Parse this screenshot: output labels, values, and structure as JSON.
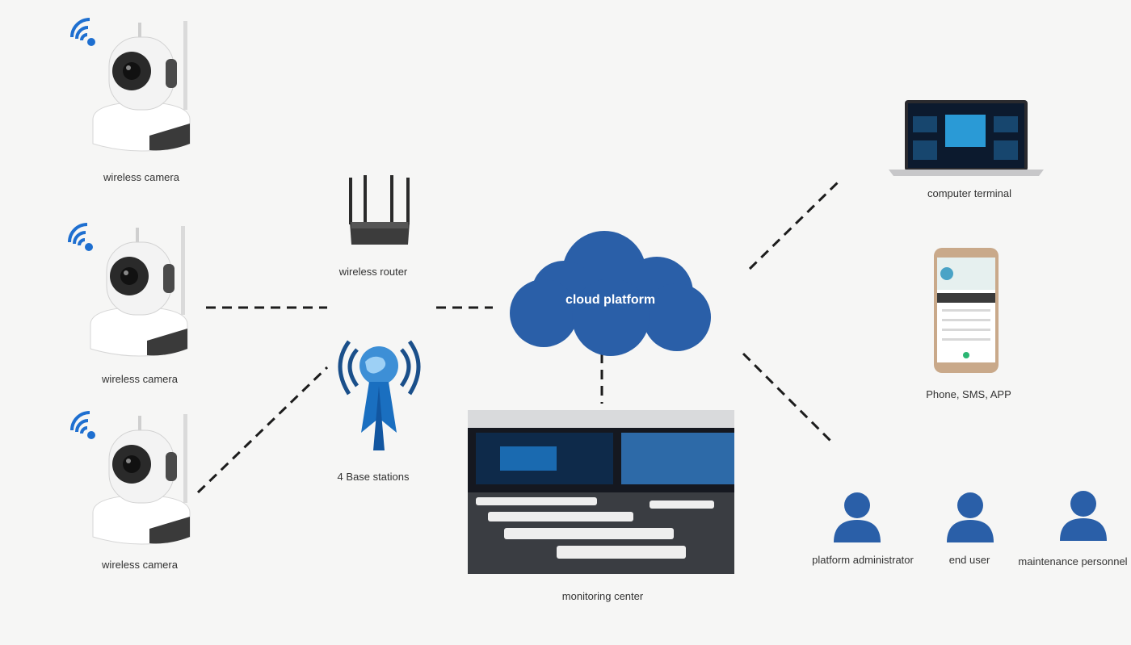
{
  "nodes": {
    "camera_1": "wireless camera",
    "camera_2": "wireless camera",
    "camera_3": "wireless camera",
    "router": "wireless router",
    "base_stations": "4 Base stations",
    "cloud": "cloud platform",
    "monitoring": "monitoring center",
    "computer": "computer terminal",
    "phone": "Phone, SMS, APP",
    "admin": "platform administrator",
    "end_user": "end user",
    "maintenance": "maintenance personnel"
  },
  "colors": {
    "cloud": "#2a5fa8",
    "person": "#2a5fa8",
    "wifi": "#1e6fd0",
    "connector": "#1c1c1c",
    "tower": "#1a6fc0"
  },
  "icons": {
    "camera": "security-camera-icon",
    "wifi": "wifi-signal-icon",
    "router": "router-icon",
    "tower": "radio-tower-icon",
    "laptop": "laptop-icon",
    "phone": "smartphone-icon",
    "person": "person-icon"
  }
}
